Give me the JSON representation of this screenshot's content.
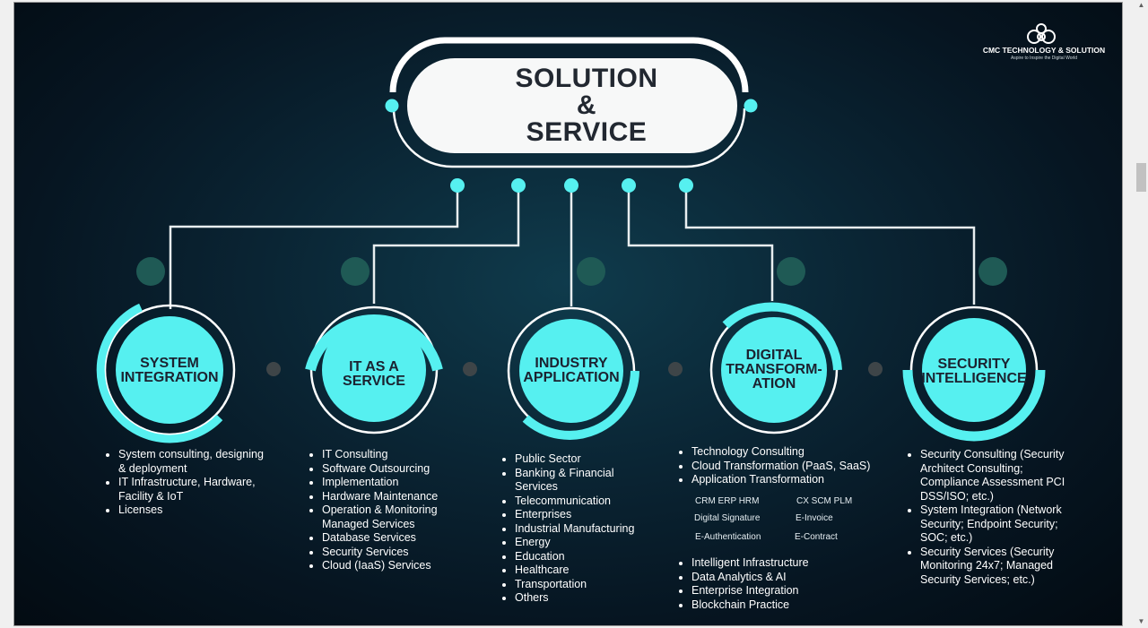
{
  "title": {
    "line1": "SOLUTION",
    "line2": "&",
    "line3": "SERVICE"
  },
  "logo": {
    "name": "CMC TECHNOLOGY & SOLUTION",
    "tagline": "Aspire to Inspire the Digital World"
  },
  "colors": {
    "accent": "#56f0f0",
    "background": "#0a2433",
    "node_dim": "#1f5a55",
    "divider_dot": "#3e4548"
  },
  "sections": [
    {
      "label": [
        "SYSTEM",
        "INTEGRATION"
      ],
      "items": [
        "System consulting, designing & deployment",
        "IT Infrastructure, Hardware, Facility & IoT",
        "Licenses"
      ]
    },
    {
      "label": [
        "IT AS A",
        "SERVICE"
      ],
      "items": [
        "IT Consulting",
        "Software Outsourcing",
        "Implementation",
        "Hardware Maintenance",
        "Operation & Monitoring Managed Services",
        "Database Services",
        "Security Services",
        "Cloud (IaaS)  Services"
      ]
    },
    {
      "label": [
        "INDUSTRY",
        "APPLICATION"
      ],
      "items": [
        "Public Sector",
        "Banking & Financial Services",
        "Telecommunication",
        "Enterprises",
        "Industrial Manufacturing",
        "Energy",
        "Education",
        "Healthcare",
        "Transportation",
        "Others"
      ]
    },
    {
      "label": [
        "DIGITAL",
        "TRANSFORM-",
        "ATION"
      ],
      "items": [
        "Technology Consulting",
        "Cloud Transformation (PaaS, SaaS)",
        "Application Transformation"
      ],
      "sub_items": {
        "r1c1": "CRM  ERP   HRM",
        "r1c2": "CX   SCM  PLM",
        "r2c1": "Digital Signature",
        "r2c2": "E-Invoice",
        "r3c1": "E-Authentication",
        "r3c2": "E-Contract"
      },
      "items_after": [
        "Intelligent Infrastructure",
        "Data Analytics & AI",
        "Enterprise Integration",
        "Blockchain Practice"
      ]
    },
    {
      "label": [
        "SECURITY",
        "INTELLIGENCE"
      ],
      "items": [
        "Security Consulting (Security Architect Consulting; Compliance Assessment PCI DSS/ISO; etc.)",
        "System Integration (Network Security; Endpoint Security; SOC; etc.)",
        "Security Services (Security Monitoring 24x7; Managed Security Services; etc.)"
      ]
    }
  ]
}
